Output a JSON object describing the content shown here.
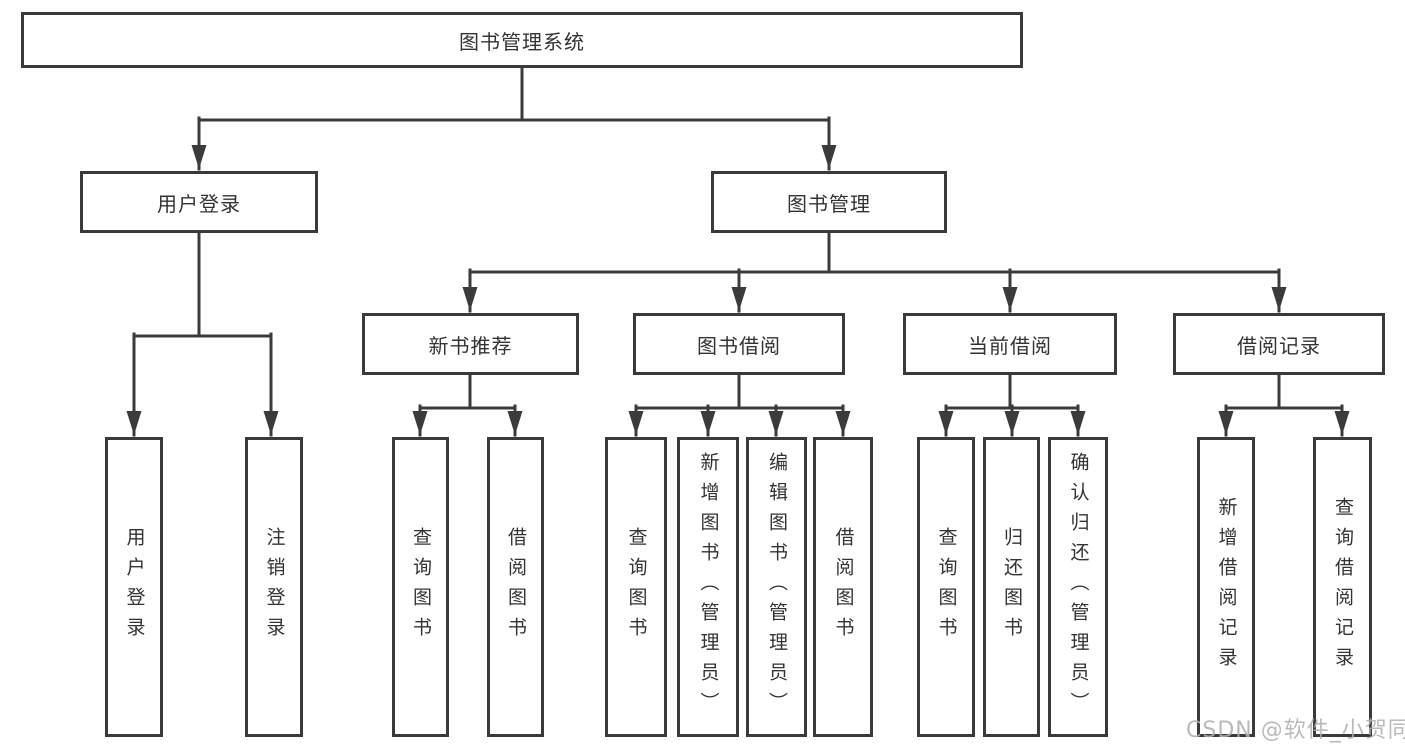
{
  "diagram": {
    "root": {
      "label": "图书管理系统"
    },
    "branches": [
      {
        "label": "用户登录",
        "children": [
          {
            "label": "用户登录"
          },
          {
            "label": "注销登录"
          }
        ]
      },
      {
        "label": "图书管理",
        "children": [
          {
            "label": "新书推荐",
            "children": [
              {
                "label": "查询图书"
              },
              {
                "label": "借阅图书"
              }
            ]
          },
          {
            "label": "图书借阅",
            "children": [
              {
                "label": "查询图书"
              },
              {
                "label": "新增图书（管理员）"
              },
              {
                "label": "编辑图书（管理员）"
              },
              {
                "label": "借阅图书"
              }
            ]
          },
          {
            "label": "当前借阅",
            "children": [
              {
                "label": "查询图书"
              },
              {
                "label": "归还图书"
              },
              {
                "label": "确认归还（管理员）"
              }
            ]
          },
          {
            "label": "借阅记录",
            "children": [
              {
                "label": "新增借阅记录"
              },
              {
                "label": "查询借阅记录"
              }
            ]
          }
        ]
      }
    ],
    "watermark": "CSDN @软件_小贺同学",
    "colors": {
      "line": "#3b3b3b",
      "text": "#333333",
      "box_background": "#ffffff",
      "watermark": "#b1b1b1"
    }
  }
}
